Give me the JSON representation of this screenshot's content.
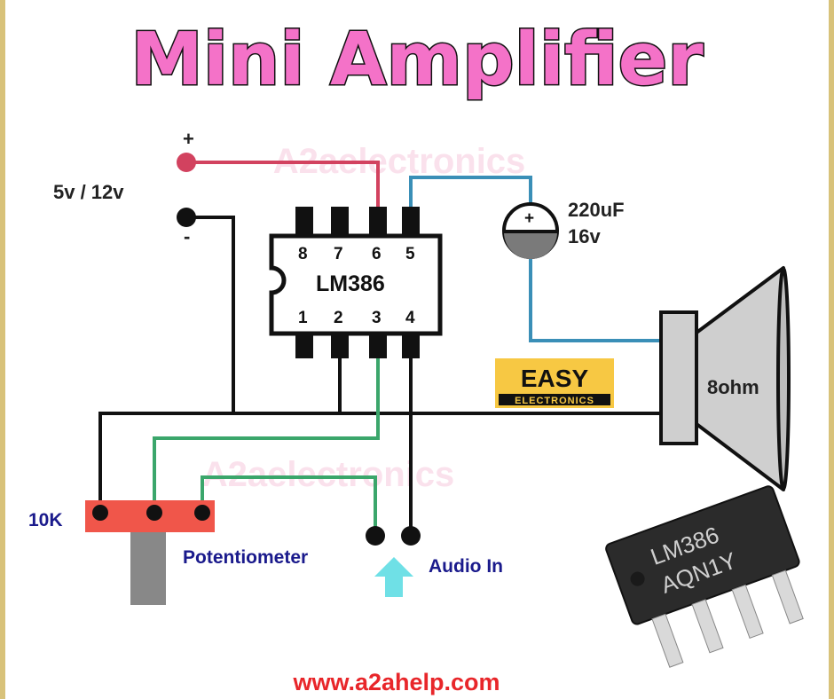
{
  "title": "Mini Amplifier",
  "watermark": "A2aelectronics",
  "supply": {
    "label": "5v / 12v",
    "plus": "+",
    "minus": "-"
  },
  "ic": {
    "name": "LM386",
    "pins_top": [
      "8",
      "7",
      "6",
      "5"
    ],
    "pins_bottom": [
      "1",
      "2",
      "3",
      "4"
    ]
  },
  "capacitor": {
    "value": "220uF",
    "voltage": "16v",
    "plus": "+"
  },
  "speaker": {
    "label": "8ohm"
  },
  "logo": {
    "line1": "EASY",
    "line2": "ELECTRONICS"
  },
  "potentiometer": {
    "value": "10K",
    "label": "Potentiometer"
  },
  "audio_in": "Audio In",
  "chip_photo": {
    "line1": "LM386",
    "line2": "AQN1Y"
  },
  "website": "www.a2ahelp.com",
  "colors": {
    "title": "#f472c8",
    "supply_wire": "#d2425f",
    "signal_wire": "#3ba66b",
    "output_wire": "#3a8fb7",
    "ground_wire": "#111111",
    "pot_body": "#f0564a",
    "arrow": "#6fe0e6"
  }
}
